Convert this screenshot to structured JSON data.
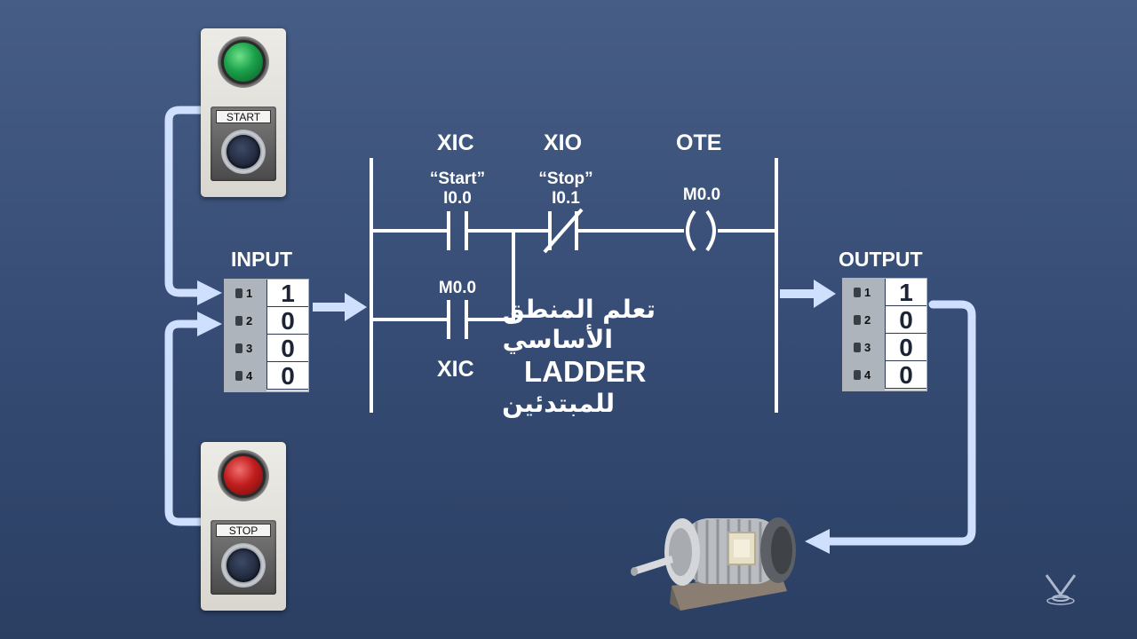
{
  "stations": {
    "start": {
      "label": "START",
      "lamp_color": "#1aa04a"
    },
    "stop": {
      "label": "STOP",
      "lamp_color": "#c21d1d"
    }
  },
  "input_module": {
    "title": "INPUT",
    "channels": [
      {
        "num": "1",
        "value": "1"
      },
      {
        "num": "2",
        "value": "0"
      },
      {
        "num": "3",
        "value": "0"
      },
      {
        "num": "4",
        "value": "0"
      }
    ]
  },
  "output_module": {
    "title": "OUTPUT",
    "channels": [
      {
        "num": "1",
        "value": "1"
      },
      {
        "num": "2",
        "value": "0"
      },
      {
        "num": "3",
        "value": "0"
      },
      {
        "num": "4",
        "value": "0"
      }
    ]
  },
  "ladder": {
    "rung1": {
      "contact1": {
        "instruction": "XIC",
        "name": "“Start”",
        "address": "I0.0"
      },
      "contact2": {
        "instruction": "XIO",
        "name": "“Stop”",
        "address": "I0.1"
      },
      "coil": {
        "instruction": "OTE",
        "address": "M0.0"
      }
    },
    "branch": {
      "contact": {
        "address": "M0.0",
        "instruction": "XIC"
      }
    }
  },
  "caption": {
    "line1": "تعلم المنطق",
    "line2": "الأساسي",
    "line3": "LADDER",
    "line4": "للمبتدئين"
  },
  "colors": {
    "wire": "#ffffff",
    "flow_arrow": "#cfe0ff",
    "background_top": "#465d86",
    "background_bottom": "#2b3f63"
  },
  "icons": {
    "motor": "electric-motor-icon",
    "logo": "v-logo-icon"
  }
}
